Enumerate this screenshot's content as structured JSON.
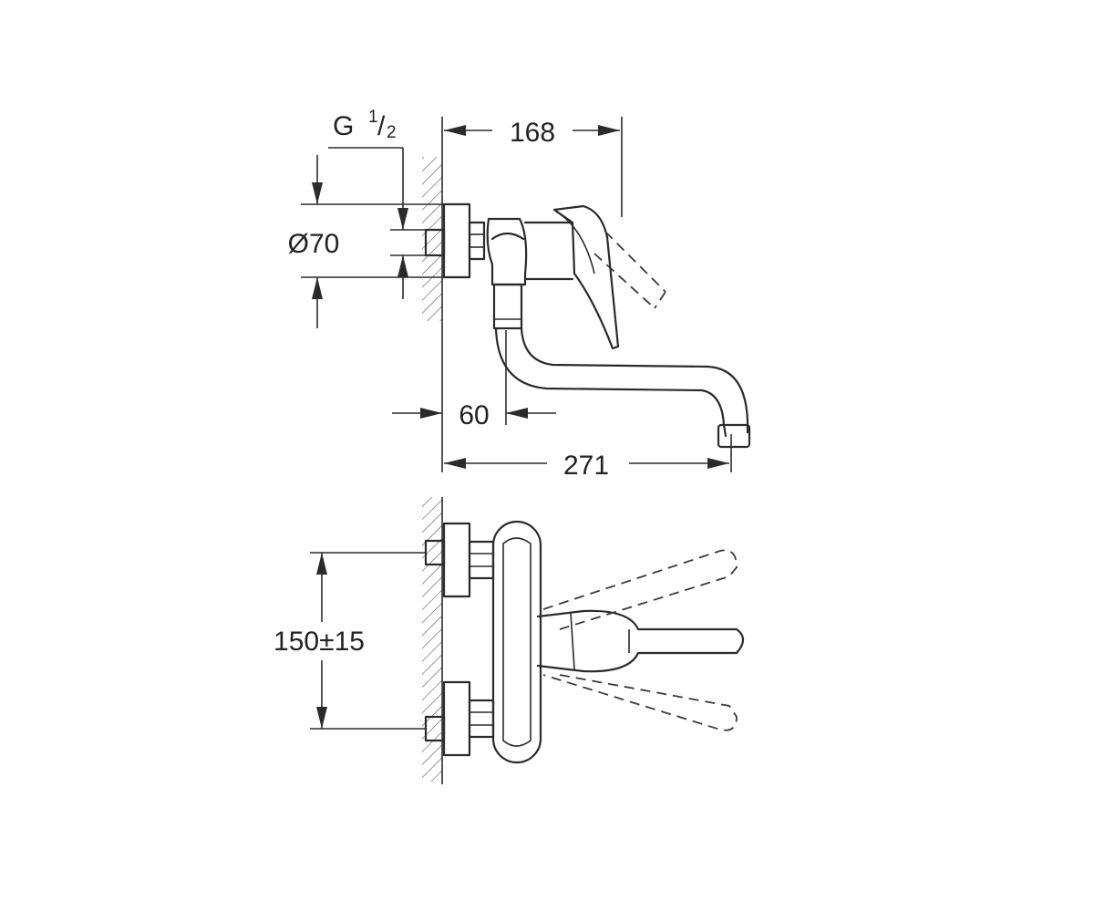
{
  "dimensions": {
    "thread": {
      "prefix": "G",
      "num": "1",
      "slash": "/",
      "den": "2"
    },
    "flange_diameter": "Ø70",
    "depth_to_lever": "168",
    "spout_inset": "60",
    "spout_reach": "271",
    "inlet_spacing": "150±15"
  }
}
